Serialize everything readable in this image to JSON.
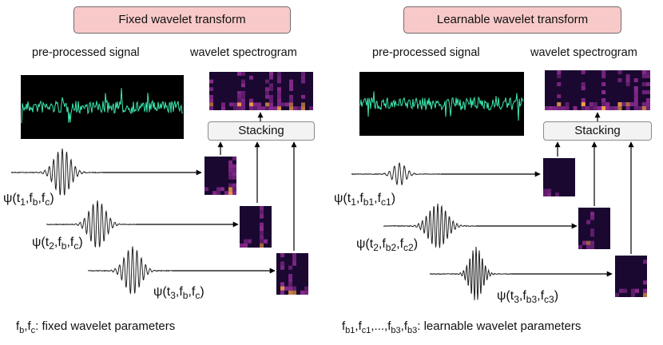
{
  "left": {
    "title": "Fixed wavelet transform",
    "signal_label": "pre-processed signal",
    "spectrogram_label": "wavelet spectrogram",
    "stacking_label": "Stacking",
    "wavelets": [
      {
        "psi": "ψ(",
        "t": "t",
        "t_sub": "1",
        "b": "f",
        "b_sub": "b",
        "c": "f",
        "c_sub": "c",
        "close": ")"
      },
      {
        "psi": "ψ(",
        "t": "t",
        "t_sub": "2",
        "b": "f",
        "b_sub": "b",
        "c": "f",
        "c_sub": "c",
        "close": ")"
      },
      {
        "psi": "ψ(",
        "t": "t",
        "t_sub": "3",
        "b": "f",
        "b_sub": "b",
        "c": "f",
        "c_sub": "c",
        "close": ")"
      }
    ],
    "footer": {
      "f1": "f",
      "f1_sub": "b",
      "sep": ",",
      "f2": "f",
      "f2_sub": "c",
      "text": ": fixed wavelet parameters"
    }
  },
  "right": {
    "title": "Learnable wavelet transform",
    "signal_label": "pre-processed signal",
    "spectrogram_label": "wavelet spectrogram",
    "stacking_label": "Stacking",
    "wavelets": [
      {
        "psi": "ψ(",
        "t": "t",
        "t_sub": "1",
        "b": "f",
        "b_sub": "b1",
        "c": "f",
        "c_sub": "c1",
        "close": ")"
      },
      {
        "psi": "ψ(",
        "t": "t",
        "t_sub": "2",
        "b": "f",
        "b_sub": "b2",
        "c": "f",
        "c_sub": "c2",
        "close": ")"
      },
      {
        "psi": "ψ(",
        "t": "t",
        "t_sub": "3",
        "b": "f",
        "b_sub": "b3",
        "c": "f",
        "c_sub": "c3",
        "close": ")"
      }
    ],
    "footer": {
      "f1": "f",
      "f1_sub": "b1",
      "sep1": ",",
      "f2": "f",
      "f2_sub": "c1",
      "dots": ",...,",
      "f3": "f",
      "f3_sub": "b3",
      "sep2": ",",
      "f4": "f",
      "f4_sub": "b3",
      "text": ": learnable wavelet parameters"
    }
  },
  "colors": {
    "title_fill": "#f8c9c9",
    "signal_trace": "#3de8b0",
    "signal_background": "#000000",
    "spectrogram_dark": "#1a0830",
    "spectrogram_mid": "#8a2a8f",
    "spectrogram_bright": "#f7a24a",
    "stacking_fill": "#f3f3f3"
  }
}
